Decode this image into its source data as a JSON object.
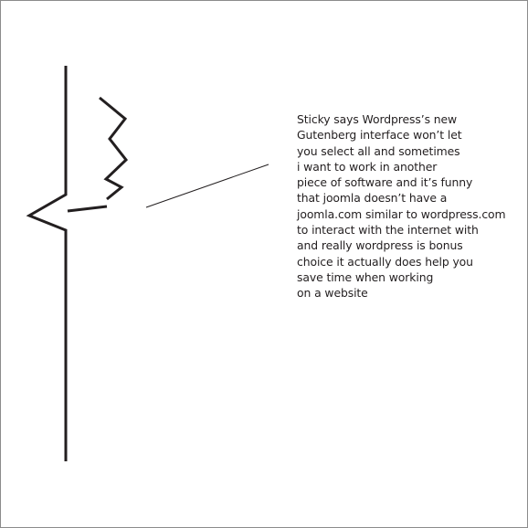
{
  "caption": {
    "lines": [
      "Sticky says Wordpress’s new",
      "Gutenberg interface won’t let",
      "you select all and sometimes",
      "i want to work in another",
      "piece of software and it’s funny",
      "that joomla doesn’t have a",
      "joomla.com similar to wordpress.com",
      "to interact with the internet with",
      "and really wordpress is bonus",
      "choice it actually does help you",
      "save time when working",
      "on a website"
    ]
  },
  "colors": {
    "ink": "#231f20",
    "border": "#8c8c8c",
    "background": "#ffffff"
  }
}
